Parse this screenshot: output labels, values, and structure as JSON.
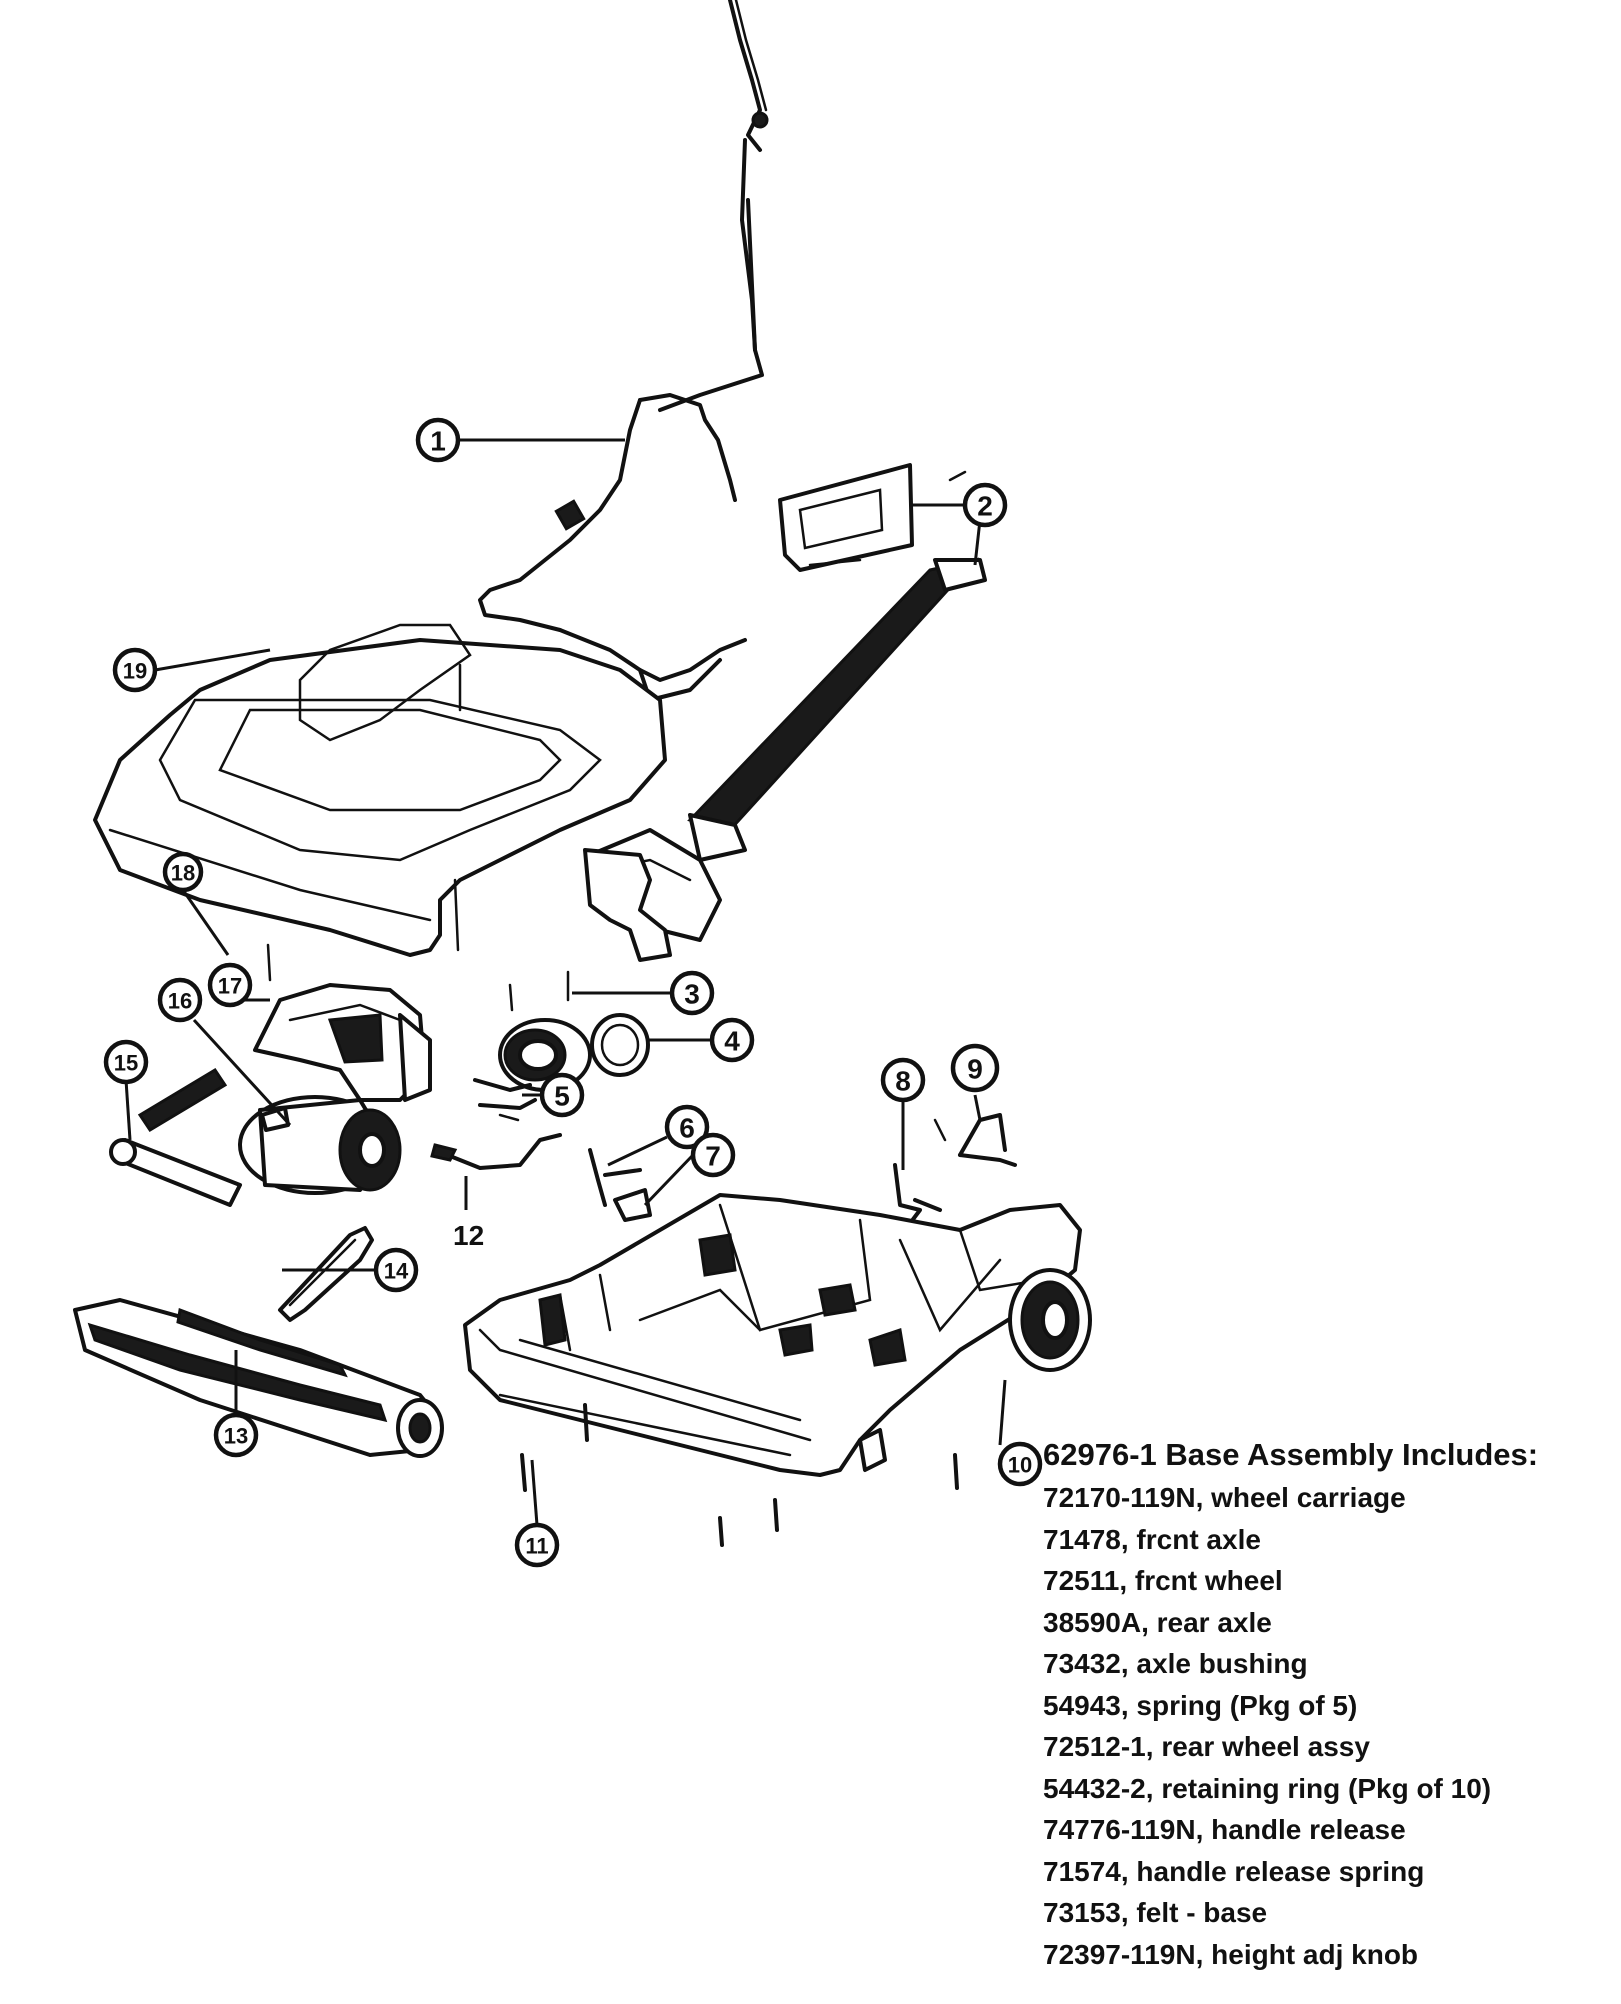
{
  "callouts": [
    "1",
    "2",
    "3",
    "4",
    "5",
    "6",
    "7",
    "8",
    "9",
    "10",
    "11",
    "12",
    "13",
    "14",
    "15",
    "16",
    "17",
    "18",
    "19"
  ],
  "assembly": {
    "title": "62976-1 Base Assembly Includes:",
    "items": [
      "72170-119N, wheel carriage",
      "71478, frcnt axle",
      "72511, frcnt wheel",
      "38590A, rear axle",
      "73432, axle bushing",
      "54943, spring (Pkg of 5)",
      "72512-1, rear wheel assy",
      "54432-2, retaining ring (Pkg of 10)",
      "74776-119N, handle release",
      "71574, handle release spring",
      "73153, felt - base",
      "72397-119N, height adj knob"
    ]
  }
}
